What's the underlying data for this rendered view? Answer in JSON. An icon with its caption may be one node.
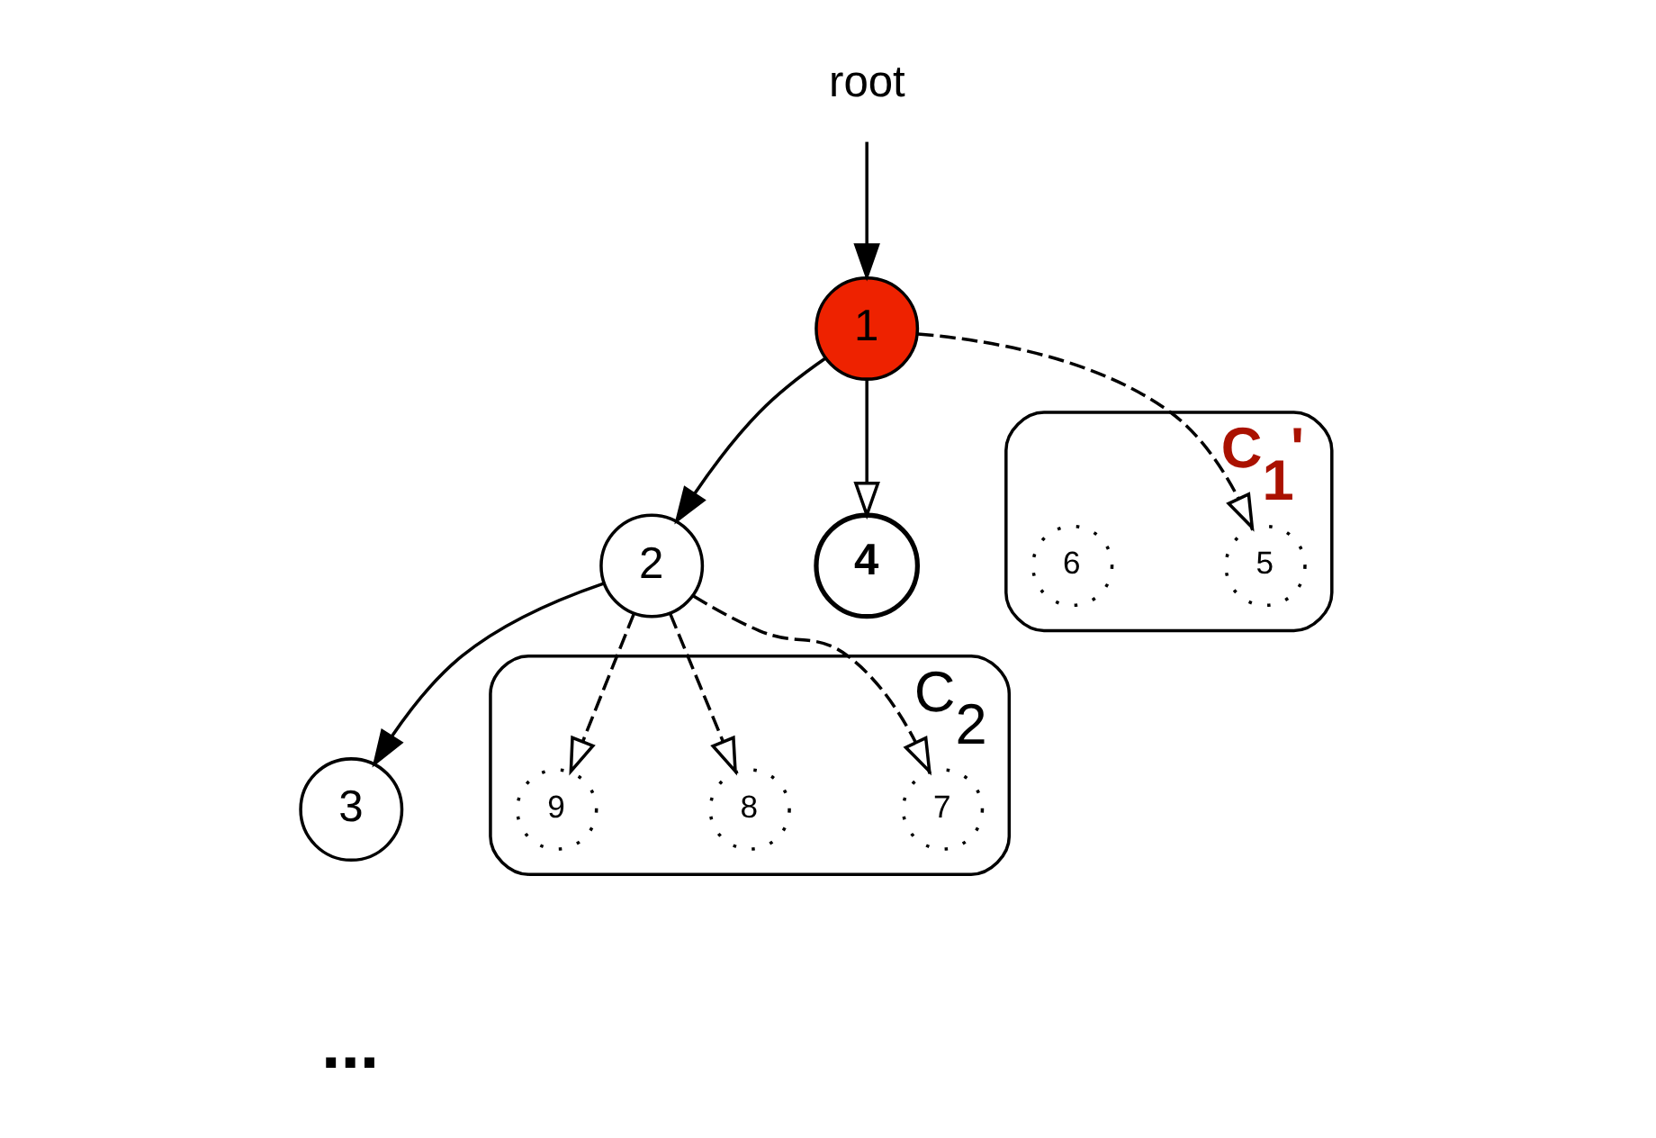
{
  "diagram": {
    "nodes": [
      {
        "text": [
          "root"
        ]
      },
      {
        "text": [
          "1"
        ]
      },
      {
        "text": [
          "2"
        ]
      },
      {
        "text": [
          "4"
        ]
      },
      {
        "text": [
          "C$_{1}$'"
        ]
      },
      {
        "text": [
          "5"
        ],
        "in": 4
      },
      {
        "text": [
          "6"
        ],
        "in": 4
      },
      {
        "text": [
          "3"
        ]
      },
      {
        "text": [
          "C$_{2}$"
        ]
      },
      {
        "text": [
          "7"
        ],
        "in": 8
      },
      {
        "text": [
          "8"
        ],
        "in": 8
      },
      {
        "text": [
          "9"
        ],
        "in": 8
      }
    ],
    "edges": [
      {
        "from": 0,
        "to": 1,
        "arrow": "to"
      },
      {
        "from": 1,
        "to": 2,
        "arrow": "to"
      },
      {
        "from": 1,
        "to": 3,
        "arrow": "to"
      },
      {
        "from": 1,
        "to": 5,
        "arrow": "to",
        "style": "dashed"
      },
      {
        "from": 2,
        "to": 7,
        "arrow": "to"
      },
      {
        "from": 2,
        "to": 9,
        "arrow": "to",
        "style": "dashed"
      },
      {
        "from": 2,
        "to": 10,
        "arrow": "to",
        "style": "dashed"
      },
      {
        "from": 2,
        "to": 11,
        "arrow": "to",
        "style": "dashed"
      }
    ],
    "labels": [
      "..."
    ]
  }
}
